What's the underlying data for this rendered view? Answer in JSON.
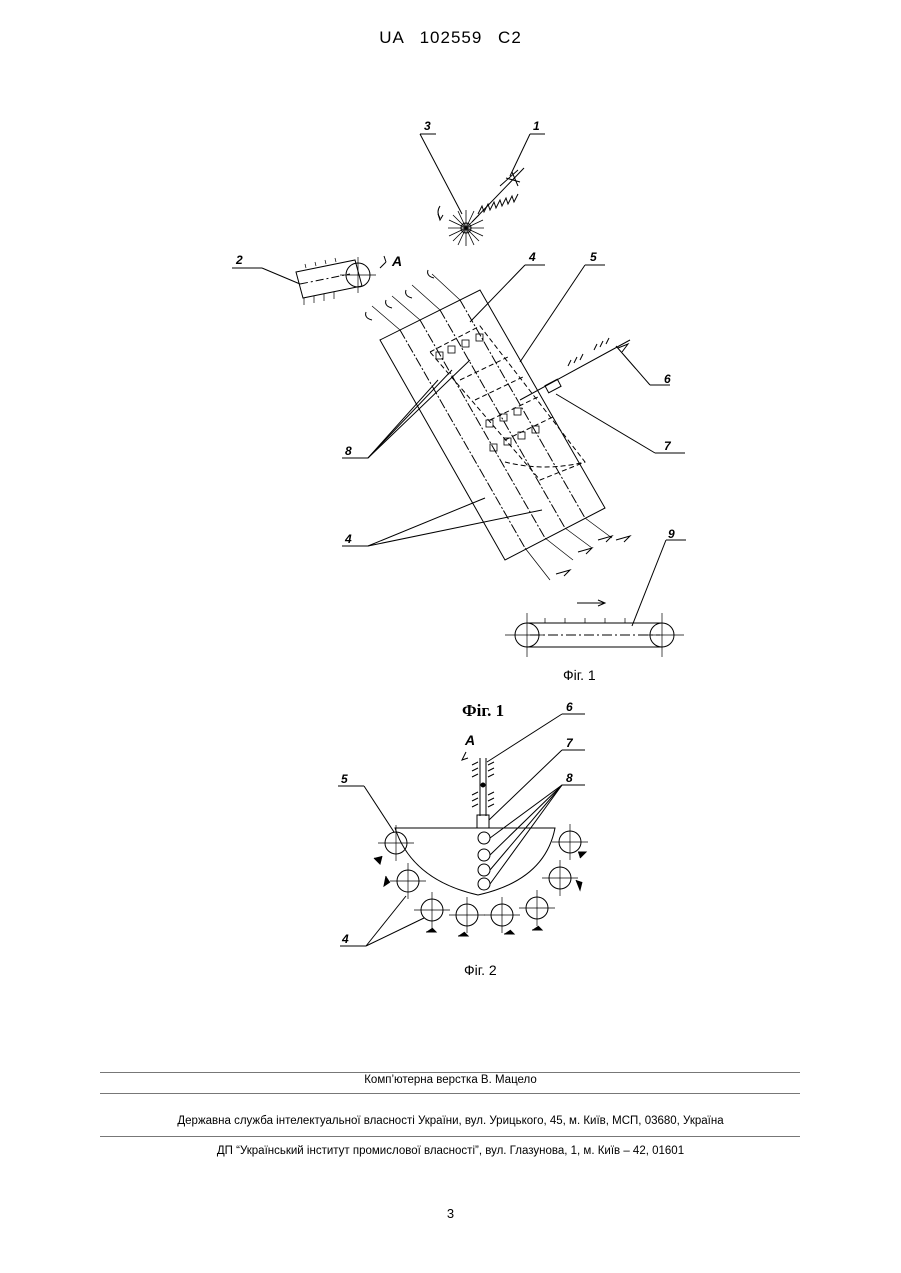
{
  "header": {
    "patent": "UA   102559   C2"
  },
  "figure1": {
    "labels": {
      "n1": "1",
      "n2": "2",
      "n3": "3",
      "n4a": "4",
      "n4b": "4",
      "n5": "5",
      "n6": "6",
      "n7": "7",
      "n8": "8",
      "n9": "9",
      "a": "A"
    },
    "caption_small": "Фіг. 1",
    "caption_bold": "Фіг. 1"
  },
  "figure2": {
    "labels": {
      "n4": "4",
      "n5": "5",
      "n6": "6",
      "n7": "7",
      "n8": "8",
      "a": "A"
    },
    "caption": "Фіг. 2"
  },
  "footer": {
    "layout": "Комп’ютерна верстка В. Мацело",
    "office": "Державна служба інтелектуальної власності України, вул. Урицького, 45, м. Київ, МСП, 03680, Україна",
    "institute": "ДП “Український інститут промислової власності”, вул. Глазунова, 1, м. Київ – 42, 01601"
  },
  "page_number": "3"
}
